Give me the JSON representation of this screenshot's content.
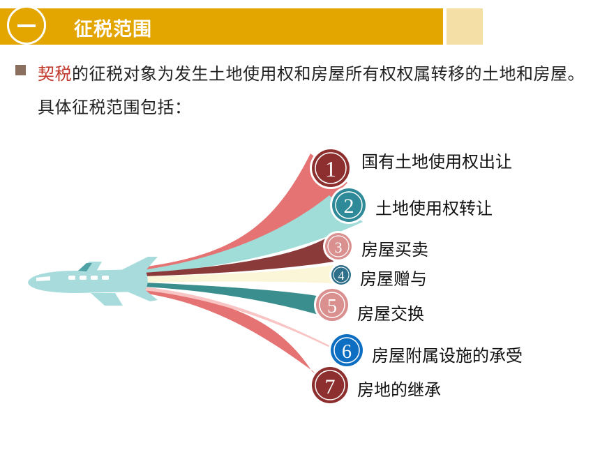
{
  "header": {
    "title": "征税范围"
  },
  "intro": {
    "highlight": "契税",
    "text": "的征税对象为发生土地使用权和房屋所有权权属转移的土地和房屋。具体征税范围包括："
  },
  "items": [
    {
      "number": "1",
      "label": "国有土地使用权出让"
    },
    {
      "number": "2",
      "label": "土地使用权转让"
    },
    {
      "number": "3",
      "label": "房屋买卖"
    },
    {
      "number": "4",
      "label": "房屋赠与"
    },
    {
      "number": "5",
      "label": "房屋交换"
    },
    {
      "number": "6",
      "label": "房屋附属设施的承受"
    },
    {
      "number": "7",
      "label": "房地的继承"
    }
  ],
  "colors": {
    "header": "#E3A600",
    "header_side": "#F4E0A6",
    "highlight_text": "#C0392B",
    "airplane": "#A8DCDC",
    "ribbons": [
      "#E57373",
      "#A0DCD8",
      "#8B3A3A",
      "#FBF6D8",
      "#3A8E8E",
      "#F8C4C4",
      "#E57373"
    ],
    "circles": [
      "#8E2F2F",
      "#2E8A99",
      "#D9908F",
      "#2E6F8A",
      "#D9908F",
      "#0D6EC2",
      "#8E2F2F"
    ]
  }
}
